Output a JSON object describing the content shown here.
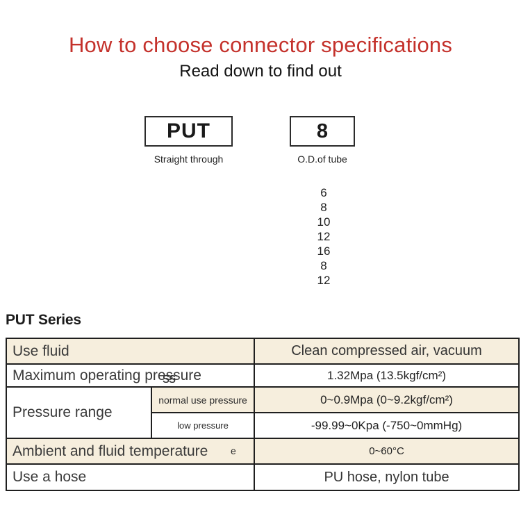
{
  "page": {
    "title": "How to choose connector specifications",
    "subtitle": "Read down to find out"
  },
  "diagram": {
    "model_box": {
      "label": "PUT",
      "caption": "Straight through"
    },
    "size_box": {
      "label": "8",
      "caption": "O.D.of tube"
    },
    "size_options": [
      "6",
      "8",
      "10",
      "12",
      "16",
      "8",
      "12"
    ]
  },
  "series": {
    "heading": "PUT Series"
  },
  "spec_table": {
    "rows": {
      "use_fluid": {
        "label": "Use fluid",
        "value": "Clean compressed air, vacuum"
      },
      "max_pressure": {
        "label": "Maximum operating pressure",
        "artifact": "ss",
        "value": "1.32Mpa (13.5kgf/cm²)"
      },
      "pressure_range": {
        "label": "Pressure range",
        "normal": {
          "label": "normal use pressure",
          "value": "0~0.9Mpa (0~9.2kgf/cm²)"
        },
        "low": {
          "label": "low pressure",
          "value": "-99.99~0Kpa (-750~0mmHg)"
        }
      },
      "temperature": {
        "label": "Ambient and fluid temperature",
        "artifact": "e",
        "value": "0~60°C"
      },
      "hose": {
        "label": "Use a hose",
        "value": "PU hose, nylon tube"
      }
    }
  },
  "colors": {
    "accent_red": "#c4312b",
    "row_beige": "#f6eedd",
    "table_border": "#1f1f1f"
  }
}
